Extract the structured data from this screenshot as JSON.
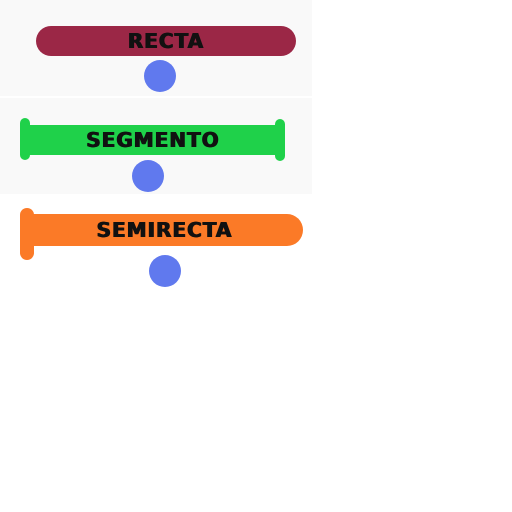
{
  "cards": [
    {
      "label": "RECTA",
      "color": "#9b2746",
      "handle_color": "#6079ee",
      "shape": "line"
    },
    {
      "label": "SEGMENTO",
      "color": "#1fd14a",
      "handle_color": "#6079ee",
      "shape": "segment"
    },
    {
      "label": "SEMIRECTA",
      "color": "#fb7a27",
      "handle_color": "#6079ee",
      "shape": "ray"
    }
  ]
}
